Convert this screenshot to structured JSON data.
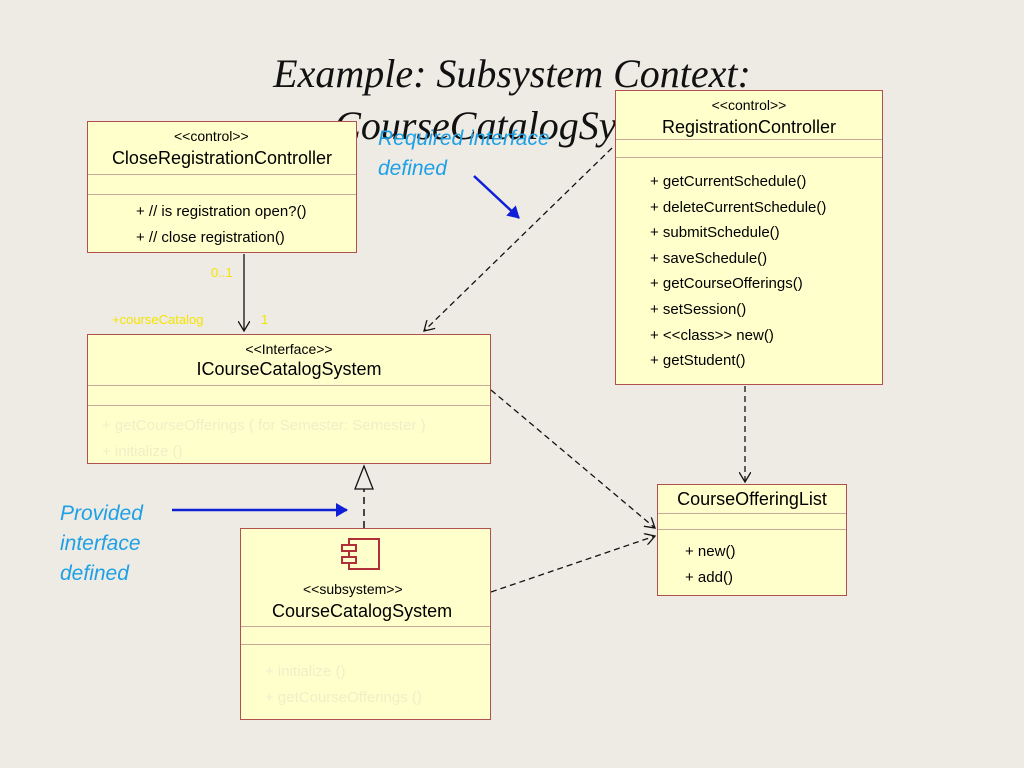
{
  "slide": {
    "title_line1": "Example: Subsystem Context:",
    "title_line2": "CourseCatalogSystem"
  },
  "classes": {
    "close_reg": {
      "stereotype": "<<control>>",
      "name": "CloseRegistrationController",
      "ops": [
        "+ // is registration open?()",
        "+ // close registration()"
      ]
    },
    "reg": {
      "stereotype": "<<control>>",
      "name": "RegistrationController",
      "ops": [
        "+ getCurrentSchedule()",
        "+ deleteCurrentSchedule()",
        "+ submitSchedule()",
        "+ saveSchedule()",
        "+ getCourseOfferings()",
        "+ setSession()",
        "+ <<class>> new()",
        "+ getStudent()"
      ]
    },
    "icourse": {
      "stereotype": "<<Interface>>",
      "name": "ICourseCatalogSystem",
      "ops": [
        "+ getCourseOfferings ( for Semester: Semester )",
        "+ initialize ()"
      ]
    },
    "subsystem": {
      "stereotype": "<<subsystem>>",
      "name": "CourseCatalogSystem",
      "ops": [
        "+ initialize ()",
        "+ getCourseOfferings ()"
      ]
    },
    "offering": {
      "name": "CourseOfferingList",
      "ops": [
        "+ new()",
        "+ add()"
      ]
    }
  },
  "annotations": {
    "required_1": "Required interface",
    "required_2": "defined",
    "provided_1": "Provided",
    "provided_2": "interface",
    "provided_3": "defined",
    "multiplicity_top": "0..1",
    "role": "+courseCatalog",
    "multiplicity_bottom": "1"
  },
  "colors": {
    "box_fill": "#FFFFCC",
    "box_border": "#B0504F",
    "annotation": "#1EA0E6",
    "arrow_blue": "#0F1FD8",
    "faint_text": "#F5E400",
    "component_icon": "#B0303A"
  }
}
